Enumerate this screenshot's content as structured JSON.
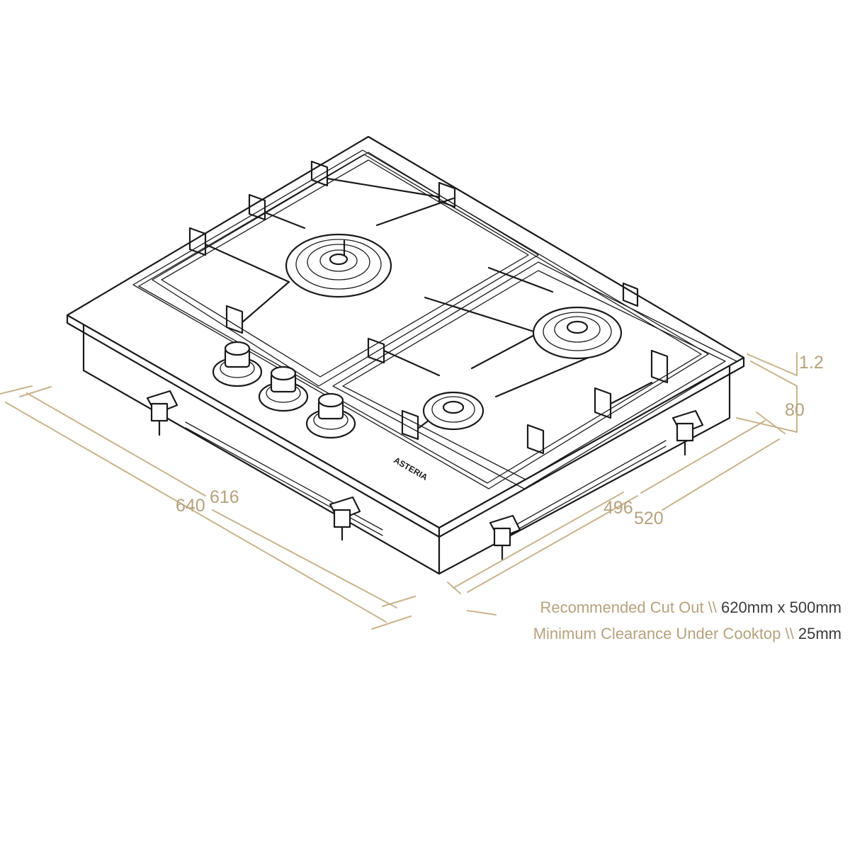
{
  "dimensions": {
    "overall_width": "640",
    "cutout_width": "616",
    "cutout_depth": "496",
    "overall_depth": "520",
    "height_total": "80",
    "glass_thickness": "1.2"
  },
  "specs": [
    {
      "label": "Recommended Cut Out \\\\",
      "value": "620mm x 500mm"
    },
    {
      "label": "Minimum Clearance Under Cooktop \\\\",
      "value": "25mm"
    }
  ],
  "brand_mark": "ASTERIA",
  "colors": {
    "dimension": "#c8b48c",
    "label": "#b5a27e",
    "line": "#1a1a1a",
    "value_text": "#3a3a3a"
  }
}
